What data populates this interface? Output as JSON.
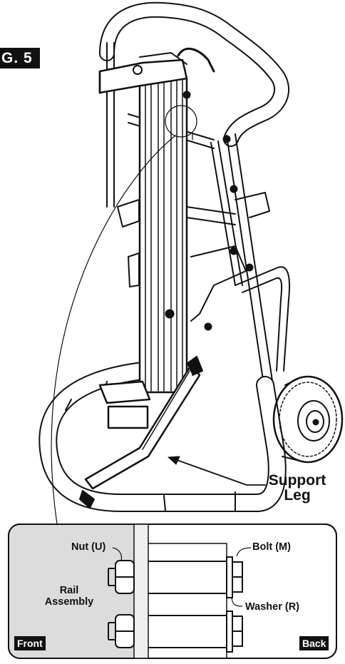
{
  "figure": {
    "tag": "G. 5"
  },
  "callouts": {
    "support_leg_line1": "Support",
    "support_leg_line2": "Leg"
  },
  "detail": {
    "nut": "Nut (U)",
    "bolt": "Bolt (M)",
    "washer": "Washer (R)",
    "rail_line1": "Rail",
    "rail_line2": "Assembly",
    "front": "Front",
    "back": "Back"
  },
  "colors": {
    "ink": "#111111",
    "panel_shade": "#dcdcdc",
    "tube_grey": "#eeeeee"
  }
}
